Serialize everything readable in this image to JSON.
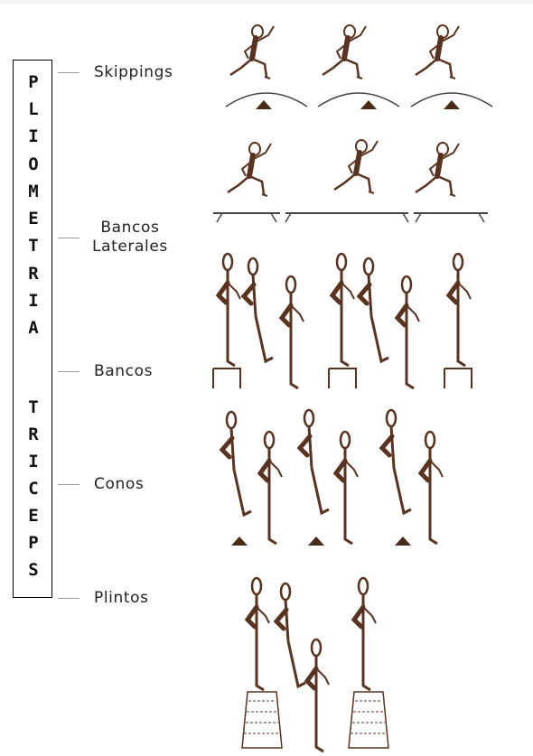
{
  "title": {
    "word1": [
      "P",
      "L",
      "I",
      "O",
      "M",
      "E",
      "T",
      "R",
      "I",
      "A"
    ],
    "word2": [
      "T",
      "R",
      "I",
      "C",
      "E",
      "P",
      "S"
    ]
  },
  "exercises": [
    {
      "id": "skippings",
      "label": "Skippings"
    },
    {
      "id": "bancos-laterales",
      "label_line1": "Bancos",
      "label_line2": "Laterales"
    },
    {
      "id": "bancos",
      "label": "Bancos"
    },
    {
      "id": "conos",
      "label": "Conos"
    },
    {
      "id": "plintos",
      "label": "Plintos"
    }
  ],
  "colors": {
    "ink": "#5a3320",
    "line": "#444444",
    "box": "#000000"
  }
}
